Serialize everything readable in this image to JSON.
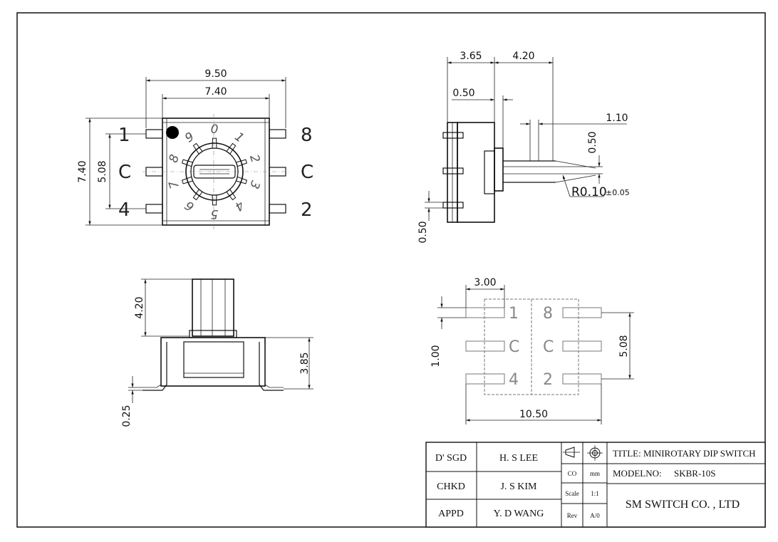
{
  "top_view": {
    "dim_width_outer": "9.50",
    "dim_width_inner": "7.40",
    "dim_height_outer": "7.40",
    "dim_height_inner": "5.08",
    "pin_labels_left": [
      "1",
      "C",
      "4"
    ],
    "pin_labels_right": [
      "8",
      "C",
      "2"
    ],
    "dial_digits": [
      "0",
      "1",
      "2",
      "3",
      "4",
      "5",
      "6",
      "7",
      "8",
      "9"
    ]
  },
  "side_view": {
    "dim_left": "3.65",
    "dim_right": "4.20",
    "dim_flange": "0.50",
    "dim_slot": "1.10",
    "dim_slot_height": "0.50",
    "radius_label": "R0.10",
    "radius_tol": "±0.05",
    "dim_pin": "0.50"
  },
  "front_view": {
    "dim_shaft": "4.20",
    "dim_body": "3.85",
    "dim_base": "0.25"
  },
  "pad_layout": {
    "dim_pitch": "3.00",
    "dim_pad": "1.00",
    "dim_span": "5.08",
    "dim_total": "10.50",
    "pad_labels_left": [
      "1",
      "C",
      "4"
    ],
    "pad_labels_right": [
      "8",
      "C",
      "2"
    ]
  },
  "title_block": {
    "designed_label": "D' SGD",
    "designed_by": "H. S  LEE",
    "checked_label": "CHKD",
    "checked_by": "J. S  KIM",
    "approved_label": "APPD",
    "approved_by": "Y. D  WANG",
    "co_label": "CO",
    "unit": "mm",
    "scale_label": "Scale",
    "scale_value": "1:1",
    "rev_label": "Rev",
    "rev_value": "A/0",
    "title": "TITLE: MINIROTARY DIP SWITCH",
    "model_label": "MODELNO:",
    "model_value": "SKBR-10S",
    "company": "SM SWITCH CO. , LTD"
  }
}
